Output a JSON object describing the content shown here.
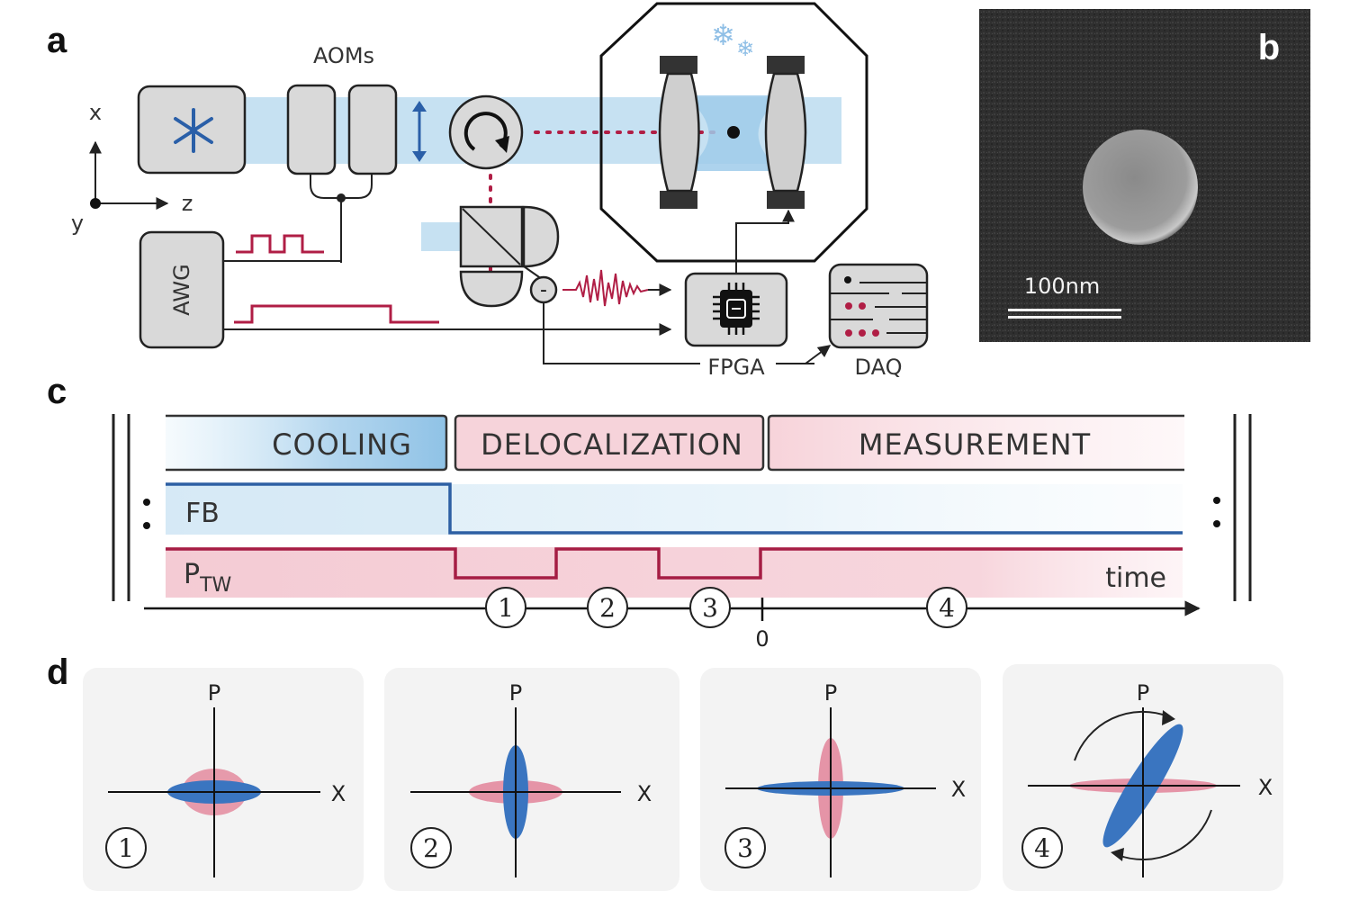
{
  "panels": {
    "a": "a",
    "b": "b",
    "c": "c",
    "d": "d"
  },
  "setup": {
    "aoms": "AOMs",
    "awg": "AWG",
    "fpga": "FPGA",
    "daq": "DAQ",
    "axis_x": "x",
    "axis_y": "y",
    "axis_z": "z",
    "minus": "-"
  },
  "sem": {
    "scale_bar": "100nm"
  },
  "timeline": {
    "phases": [
      "COOLING",
      "DELOCALIZATION",
      "MEASUREMENT"
    ],
    "fb": "FB",
    "ptw_main": "P",
    "ptw_sub": "TW",
    "time": "time",
    "zero": "0",
    "steps": [
      "1",
      "2",
      "3",
      "4"
    ]
  },
  "phase_space": {
    "p_label": "P",
    "x_label": "X",
    "steps": [
      "1",
      "2",
      "3",
      "4"
    ]
  },
  "colors": {
    "blue": "#3a75c0",
    "red": "#b01e45",
    "light_blue": "#bcdcf0",
    "light_red": "#f3c9d2",
    "box_gray": "#d9d9d9"
  }
}
